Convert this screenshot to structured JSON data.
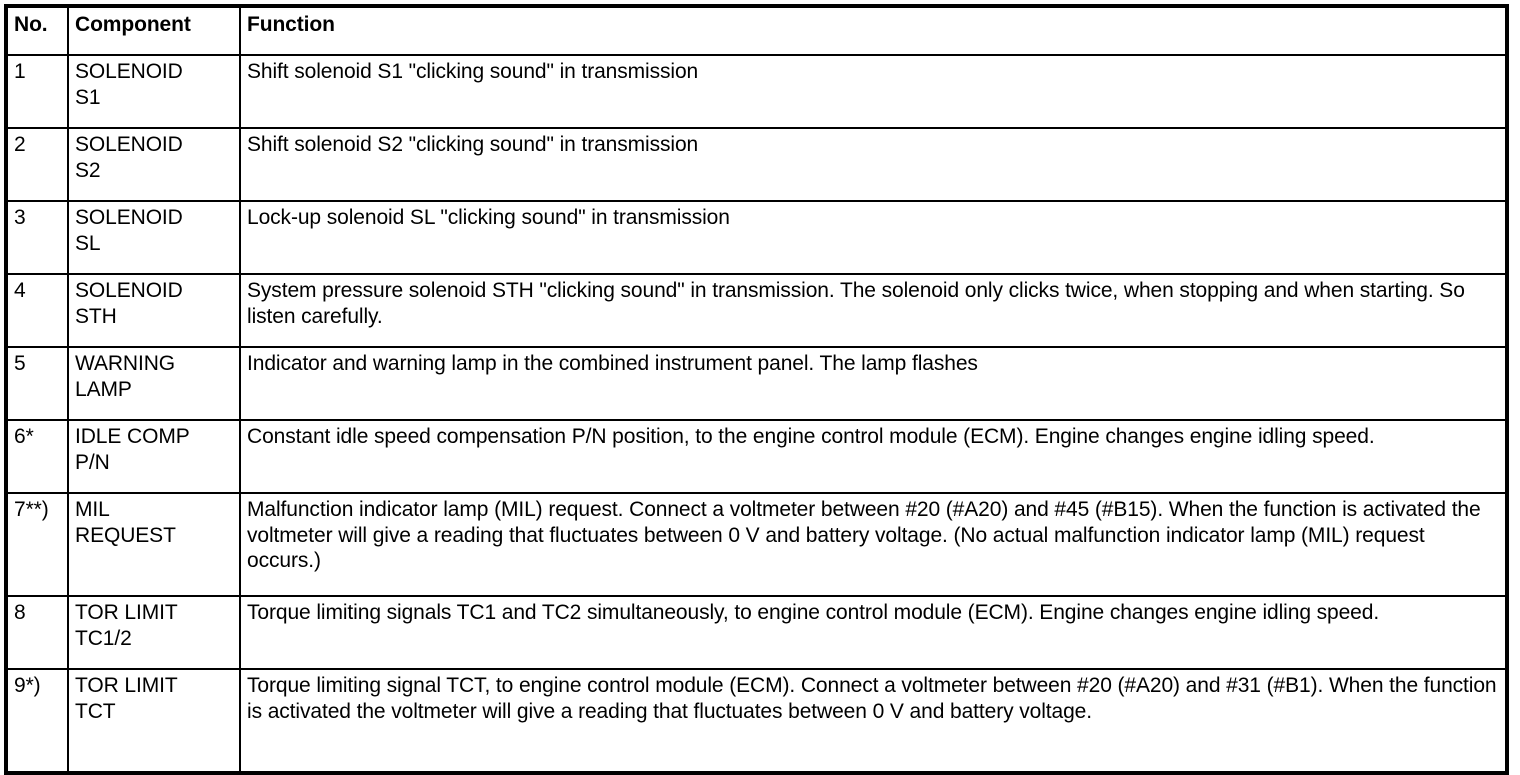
{
  "document": {
    "type": "specification-table",
    "colors": {
      "text": "#000000",
      "background": "#ffffff",
      "border": "#000000"
    }
  },
  "table": {
    "headers": {
      "no": "No.",
      "component": "Component",
      "function": "Function"
    },
    "rows": [
      {
        "no": "1",
        "component": "SOLENOID\nS1",
        "function": "Shift solenoid S1 \"clicking sound\" in transmission"
      },
      {
        "no": "2",
        "component": "SOLENOID\nS2",
        "function": "Shift solenoid S2 \"clicking sound\" in transmission"
      },
      {
        "no": "3",
        "component": "SOLENOID\nSL",
        "function": "Lock-up solenoid SL \"clicking sound\" in transmission"
      },
      {
        "no": "4",
        "component": "SOLENOID\nSTH",
        "function": "System pressure solenoid STH \"clicking sound\" in transmission. The solenoid only clicks twice, when stopping and when starting. So listen carefully."
      },
      {
        "no": "5",
        "component": "WARNING\nLAMP",
        "function": "Indicator and warning lamp in the combined instrument panel. The lamp flashes"
      },
      {
        "no": "6*",
        "component": "IDLE COMP\nP/N",
        "function": "Constant idle speed compensation P/N position, to the engine control module (ECM). Engine changes engine idling speed."
      },
      {
        "no": "7**)",
        "component": "MIL\nREQUEST",
        "function": "Malfunction indicator lamp (MIL) request. Connect a voltmeter between #20 (#A20) and #45 (#B15). When the function is activated the voltmeter will give a reading that fluctuates between 0 V and battery voltage. (No actual malfunction indicator lamp (MIL) request occurs.)"
      },
      {
        "no": "8",
        "component": "TOR LIMIT\nTC1/2",
        "function": "Torque limiting signals TC1 and TC2 simultaneously, to engine control module (ECM). Engine changes engine idling speed."
      },
      {
        "no": "9*)",
        "component": "TOR LIMIT\nTCT",
        "function": "Torque limiting signal TCT, to engine control module (ECM). Connect a voltmeter between #20 (#A20) and #31 (#B1). When the function is activated the voltmeter will give a reading that fluctuates between 0 V and battery voltage."
      }
    ]
  }
}
